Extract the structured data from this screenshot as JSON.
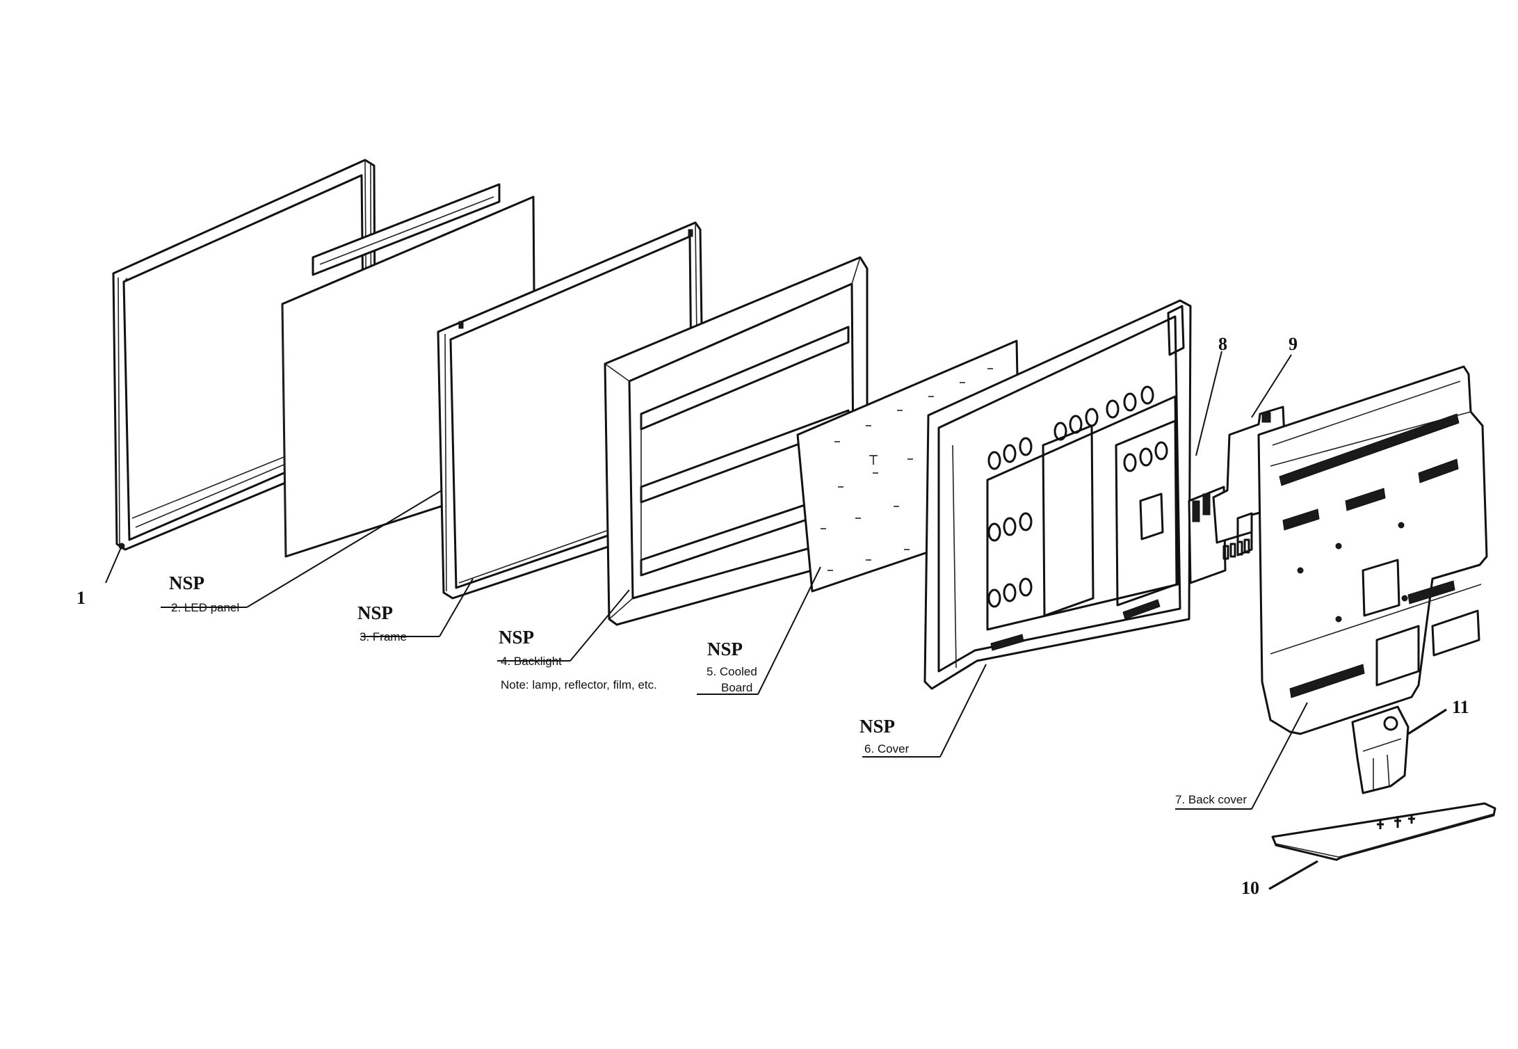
{
  "diagram": {
    "nsp_tag": "NSP",
    "parts": {
      "p1": {
        "number": "1"
      },
      "p2": {
        "label": "2. LED panel"
      },
      "p3": {
        "label": "3. Frame"
      },
      "p4": {
        "label": "4. Backlight",
        "note": "Note: lamp, reflector, film, etc."
      },
      "p5": {
        "label_line1": "5. Cooled",
        "label_line2": "Board"
      },
      "p6": {
        "label": "6. Cover"
      },
      "p7": {
        "label": "7. Back cover"
      },
      "p8": {
        "number": "8"
      },
      "p9": {
        "number": "9"
      },
      "p10": {
        "number": "10"
      },
      "p11": {
        "number": "11"
      }
    }
  }
}
